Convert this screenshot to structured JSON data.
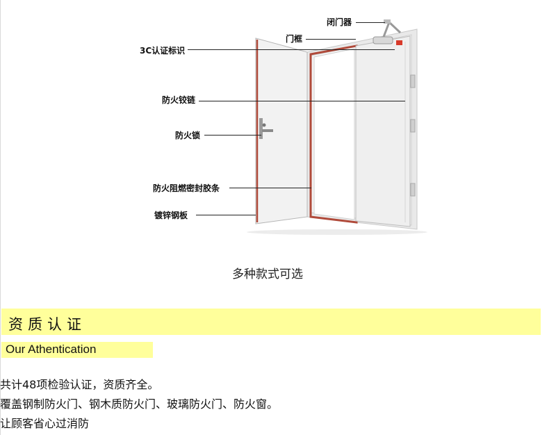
{
  "diagram": {
    "callouts": {
      "door_closer": "闭门器",
      "door_frame": "门框",
      "cert_mark": "3C认证标识",
      "hinge": "防火铰链",
      "lock": "防火锁",
      "seal_strip": "防火阻燃密封胶条",
      "steel_plate": "镀锌钢板"
    },
    "caption": "多种款式可选"
  },
  "certification": {
    "title": "资质认证",
    "subtitle": "Our Athentication",
    "lines": [
      "共计48项检验认证，资质齐全。",
      "覆盖钢制防火门、钢木质防火门、玻璃防火门、防火窗。",
      "让顾客省心过消防"
    ]
  },
  "colors": {
    "highlight": "#ffff9b",
    "door_panel": "#eeeeee",
    "seal_strip": "#b04a3a",
    "cert_badge": "#d83a2a"
  }
}
